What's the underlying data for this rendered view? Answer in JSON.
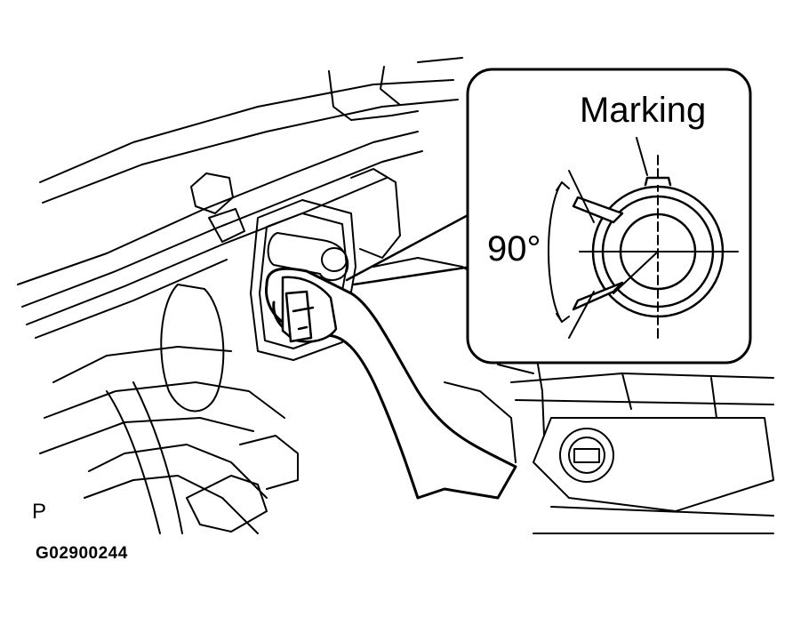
{
  "labels": {
    "marking": "Marking",
    "angle": "90°",
    "corner_letter": "P",
    "figure_code": "G02900244"
  },
  "colors": {
    "ink": "#000000",
    "paper": "#ffffff"
  }
}
